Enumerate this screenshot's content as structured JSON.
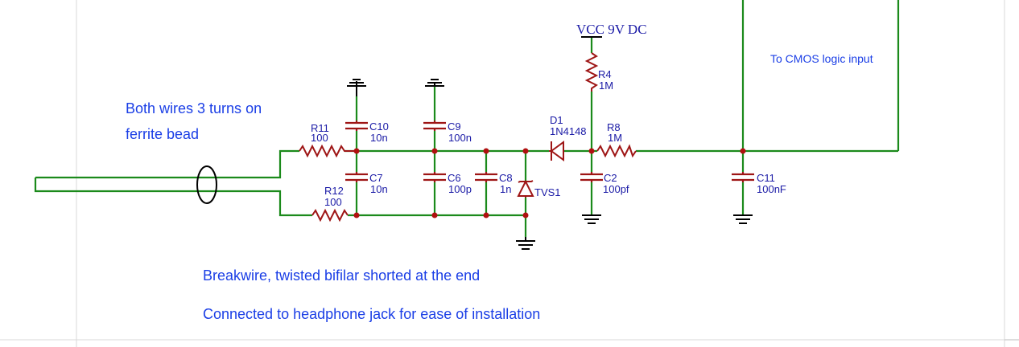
{
  "colors": {
    "wire": "#1b8a1b",
    "component": "#9e1515",
    "label": "#1a1aa6",
    "note": "#1a3ee6",
    "ground": "#000000",
    "grid": "#d9d9d9"
  },
  "notes": {
    "bead_line1": "Both wires 3 turns on",
    "bead_line2": "ferrite bead",
    "cmos": "To CMOS logic input",
    "breakwire": "Breakwire, twisted bifilar shorted at the end",
    "jack": "Connected to headphone jack for ease of installation"
  },
  "supply": "VCC 9V DC",
  "components": {
    "R11": {
      "ref": "R11",
      "value": "100"
    },
    "R12": {
      "ref": "R12",
      "value": "100"
    },
    "C10": {
      "ref": "C10",
      "value": "10n"
    },
    "C7": {
      "ref": "C7",
      "value": "10n"
    },
    "C9": {
      "ref": "C9",
      "value": "100n"
    },
    "C6": {
      "ref": "C6",
      "value": "100p"
    },
    "C8": {
      "ref": "C8",
      "value": "1n"
    },
    "TVS1": {
      "ref": "TVS1",
      "value": ""
    },
    "D1": {
      "ref": "D1",
      "value": "1N4148"
    },
    "R4": {
      "ref": "R4",
      "value": "1M"
    },
    "R8": {
      "ref": "R8",
      "value": "1M"
    },
    "C2": {
      "ref": "C2",
      "value": "100pf"
    },
    "C11": {
      "ref": "C11",
      "value": "100nF"
    }
  }
}
